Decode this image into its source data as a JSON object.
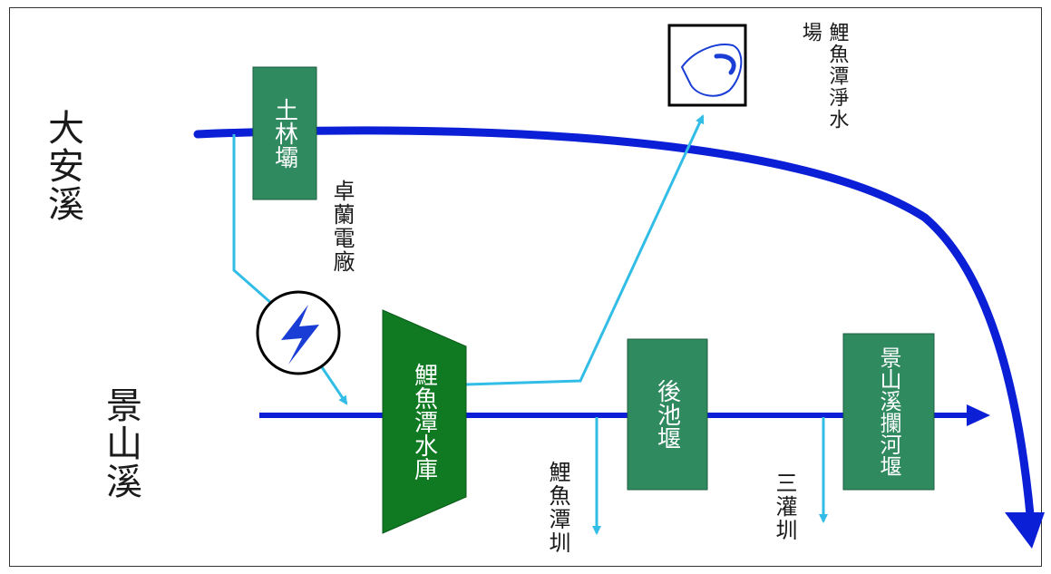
{
  "rivers": {
    "daan": "大安溪",
    "jingshan": "景山溪"
  },
  "facilities": {
    "shilin_weir": "土林壩",
    "zhuolan_plant": "卓蘭電廠",
    "liyutan_reservoir": "鯉魚潭水庫",
    "houchi_weir": "後池堰",
    "jingshan_weir": "景山溪攔河堰",
    "liyutan_treatment_plant": "鯉魚潭淨水場"
  },
  "canals": {
    "liyutan_canal": "鯉魚潭圳",
    "sanguan_canal": "三灌圳"
  },
  "colors": {
    "river": "#0b1fd6",
    "branch": "#31bde6",
    "facility_box": "#2f8a60",
    "reservoir": "#0f7a22",
    "bolt": "#1a3dd6"
  },
  "icons": {
    "power_plant": "lightning-bolt-icon",
    "treatment_plant": "water-drop-icon"
  }
}
